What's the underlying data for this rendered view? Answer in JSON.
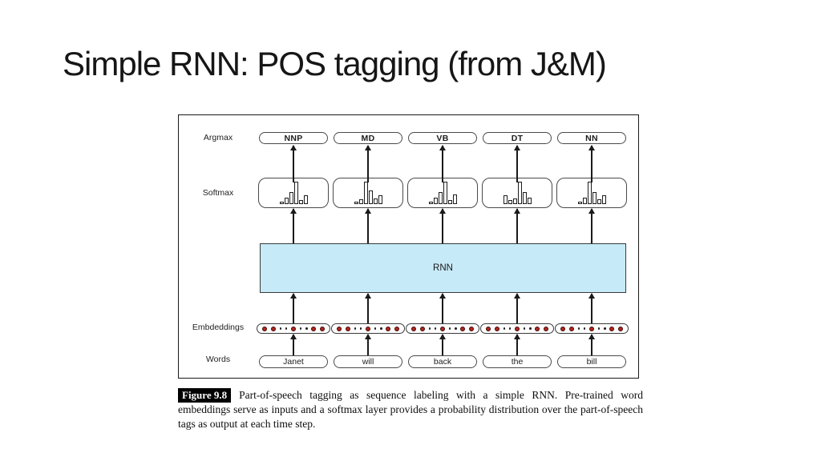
{
  "slide": {
    "title": "Simple RNN: POS tagging (from J&M)"
  },
  "figure": {
    "row_labels": {
      "argmax": "Argmax",
      "softmax": "Softmax",
      "embeddings": "Embdeddings",
      "words": "Words"
    },
    "rnn_label": "RNN",
    "columns": [
      {
        "tag": "NNP",
        "word": "Janet",
        "softmax_bars": [
          0.12,
          0.3,
          0.55,
          1.0,
          0.18,
          0.4
        ]
      },
      {
        "tag": "MD",
        "word": "will",
        "softmax_bars": [
          0.12,
          0.22,
          1.0,
          0.6,
          0.25,
          0.38
        ]
      },
      {
        "tag": "VB",
        "word": "back",
        "softmax_bars": [
          0.12,
          0.3,
          0.55,
          1.0,
          0.18,
          0.42
        ]
      },
      {
        "tag": "DT",
        "word": "the",
        "softmax_bars": [
          0.38,
          0.18,
          0.25,
          1.0,
          0.55,
          0.3
        ]
      },
      {
        "tag": "NN",
        "word": "bill",
        "softmax_bars": [
          0.12,
          0.3,
          1.0,
          0.55,
          0.2,
          0.4
        ]
      }
    ],
    "embedding_dots": [
      "big",
      "big",
      "small",
      "small",
      "big",
      "small",
      "small",
      "big",
      "big"
    ],
    "colors": {
      "rnn_fill": "#c7eaf8",
      "embedding_dot": "#b5241b",
      "ink": "#1a1a1a"
    }
  },
  "caption": {
    "label": "Figure 9.8",
    "text": "Part-of-speech tagging as sequence labeling with a simple RNN. Pre-trained word embeddings serve as inputs and a softmax layer provides a probability distribution over the part-of-speech tags as output at each time step."
  }
}
